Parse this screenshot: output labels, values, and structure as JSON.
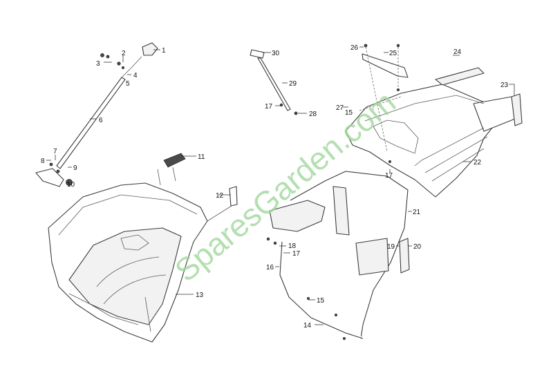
{
  "diagram": {
    "callouts": [
      "1",
      "2",
      "3",
      "4",
      "5",
      "6",
      "7",
      "8",
      "9",
      "10",
      "11",
      "12",
      "13",
      "14",
      "15",
      "15",
      "16",
      "17",
      "17",
      "17",
      "18",
      "19",
      "20",
      "21",
      "22",
      "23",
      "24",
      "25",
      "26",
      "27",
      "28",
      "29",
      "30"
    ],
    "watermark": "SparesGarden.com",
    "colors": {
      "line": "#3a3a3a",
      "watermark": "#9fd79a",
      "background": "#ffffff"
    }
  }
}
